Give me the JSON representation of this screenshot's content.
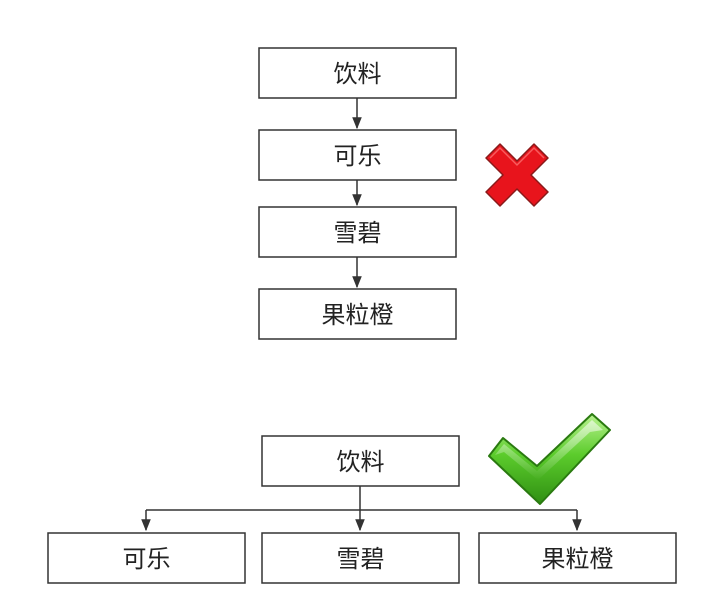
{
  "wrong_hierarchy": {
    "nodes": [
      {
        "id": "w-drink",
        "label": "饮料"
      },
      {
        "id": "w-cola",
        "label": "可乐"
      },
      {
        "id": "w-sprite",
        "label": "雪碧"
      },
      {
        "id": "w-orange",
        "label": "果粒橙"
      }
    ],
    "marker": {
      "icon": "red-x-icon",
      "color": "#e8141c"
    }
  },
  "right_hierarchy": {
    "root": {
      "id": "r-drink",
      "label": "饮料"
    },
    "children": [
      {
        "id": "r-cola",
        "label": "可乐"
      },
      {
        "id": "r-sprite",
        "label": "雪碧"
      },
      {
        "id": "r-orange",
        "label": "果粒橙"
      }
    ],
    "marker": {
      "icon": "green-checkmark-icon",
      "color": "#3cb01a"
    }
  }
}
